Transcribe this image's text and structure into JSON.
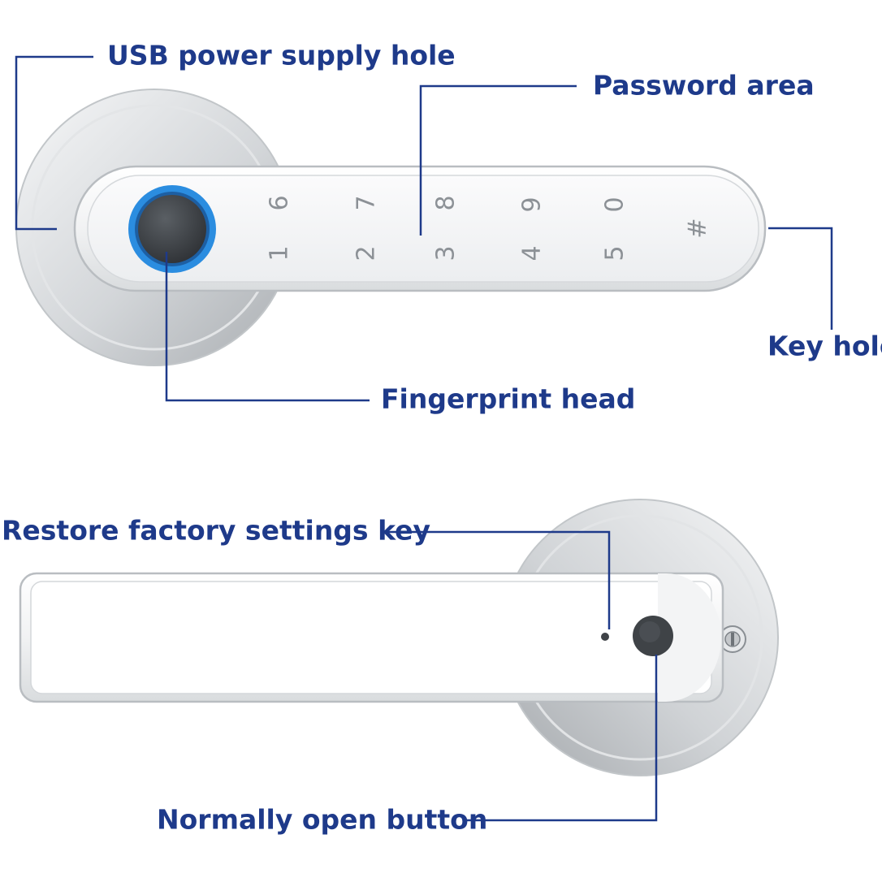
{
  "colors": {
    "label": "#1e3a8a",
    "leader_line": "#1e3a8a",
    "fingerprint_ring": "#2b8de0",
    "fingerprint_sensor": "#3f4347",
    "keypad_digit": "#8c9196",
    "button": "#3f4347"
  },
  "callouts": {
    "usb_power_supply_hole": "USB power supply hole",
    "password_area": "Password area",
    "key_hole": "Key hole",
    "fingerprint_head": "Fingerprint head",
    "restore_factory_settings_key": "Restore factory settings key",
    "normally_open_button": "Normally open button"
  },
  "keypad": {
    "top_row": [
      "6",
      "7",
      "8",
      "9",
      "0"
    ],
    "bottom_row": [
      "1",
      "2",
      "3",
      "4",
      "5"
    ],
    "hash": "#"
  },
  "icons": {
    "fingerprint_sensor": "fingerprint-sensor-icon",
    "normally_open_button": "round-button-icon",
    "reset_pinhole": "pinhole-icon",
    "key_cylinder": "key-cylinder-icon"
  }
}
